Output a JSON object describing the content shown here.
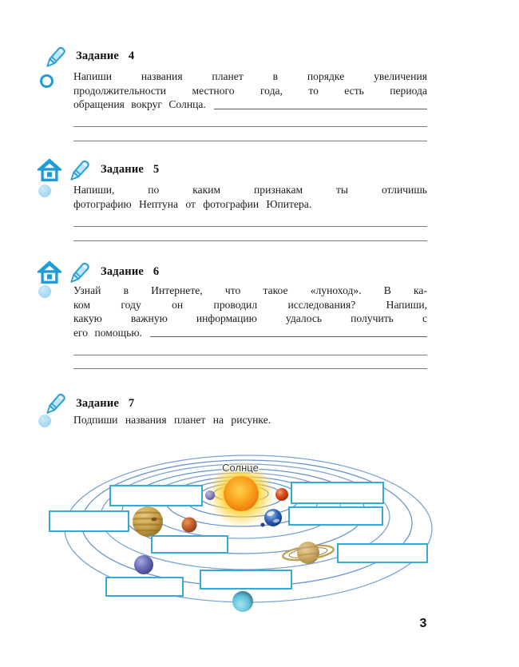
{
  "page": {
    "number": "3"
  },
  "colors": {
    "accent_blue": "#1f9cd8",
    "bullet_fill": "#a5d9f2",
    "box_border": "#35aad9",
    "orbit_line": "#6b95cc",
    "ruled_line": "#7b7b7b",
    "text": "#1c1c1c",
    "sun_core": "#f89b1c",
    "sun_glow": "#ffd438"
  },
  "tasks": [
    {
      "title": "Задание 4",
      "icons": [
        "pencil-icon"
      ],
      "bullet": "outline-circle",
      "lines": [
        "Напиши названия планет в порядке увеличения",
        "продолжительности местного года, то есть периода",
        "обращения вокруг Солнца."
      ],
      "inline_blank": true,
      "answer_lines": 2
    },
    {
      "title": "Задание 5",
      "icons": [
        "home-icon",
        "pencil-icon"
      ],
      "bullet": "filled-circle",
      "lines": [
        "Напиши, по каким признакам ты отличишь",
        "фотографию Нептуна от фотографии Юпитера."
      ],
      "inline_blank": false,
      "answer_lines": 2
    },
    {
      "title": "Задание 6",
      "icons": [
        "home-icon",
        "pencil-icon"
      ],
      "bullet": "filled-circle",
      "lines": [
        "Узнай в Интернете, что такое «луноход». В ка-",
        "ком году он проводил исследования? Напиши,",
        "какую важную информацию удалось получить с",
        "его помощью."
      ],
      "inline_blank": true,
      "answer_lines": 2
    },
    {
      "title": "Задание 7",
      "icons": [
        "pencil-icon"
      ],
      "bullet": "filled-circle",
      "lines": [
        "Подпиши названия планет на рисунке."
      ],
      "inline_blank": false,
      "answer_lines": 0
    }
  ],
  "diagram": {
    "sun_label": "Солнце",
    "label_boxes": [
      "",
      "",
      "",
      "",
      "",
      "",
      "",
      ""
    ]
  }
}
